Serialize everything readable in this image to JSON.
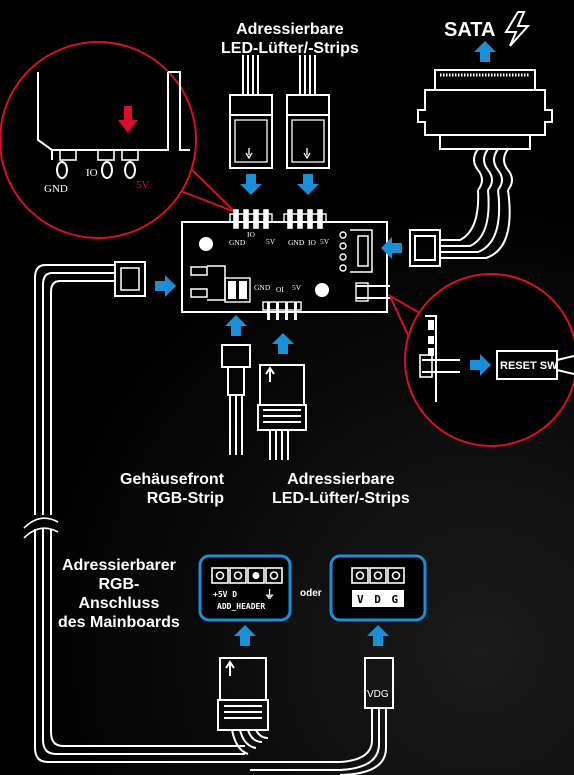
{
  "labels": {
    "top_fans": [
      "Adressierbare",
      "LED-Lüfter/-Strips"
    ],
    "sata": "SATA",
    "bottom_front": [
      "Gehäusefront",
      "RGB-Strip"
    ],
    "bottom_fans": [
      "Adressierbare",
      "LED-Lüfter/-Strips"
    ],
    "mainboard": [
      "Adressierbarer",
      "RGB-",
      "Anschluss",
      "des Mainboards"
    ],
    "oder": "oder",
    "reset": "RESET SW"
  },
  "zoom_left": {
    "pins": [
      "GND",
      "IO",
      "5V"
    ]
  },
  "pcb": {
    "header_top_left": [
      "GND",
      "IO",
      "5V"
    ],
    "header_top_right": [
      "GND",
      "IO",
      "5V"
    ],
    "header_bottom": [
      "GND",
      "OI",
      "5V"
    ]
  },
  "add_header": {
    "pins": "+5V D",
    "ground_symbol": "⏚",
    "name": "ADD_HEADER"
  },
  "vdg_header": {
    "pins": "V D G"
  },
  "vdg_plug": "VDG",
  "colors": {
    "arrow": "#1a8fd6",
    "zoom_circle": "#d4102a",
    "box_border": "#1a8fd6",
    "pin_5v": "#d4102a"
  }
}
